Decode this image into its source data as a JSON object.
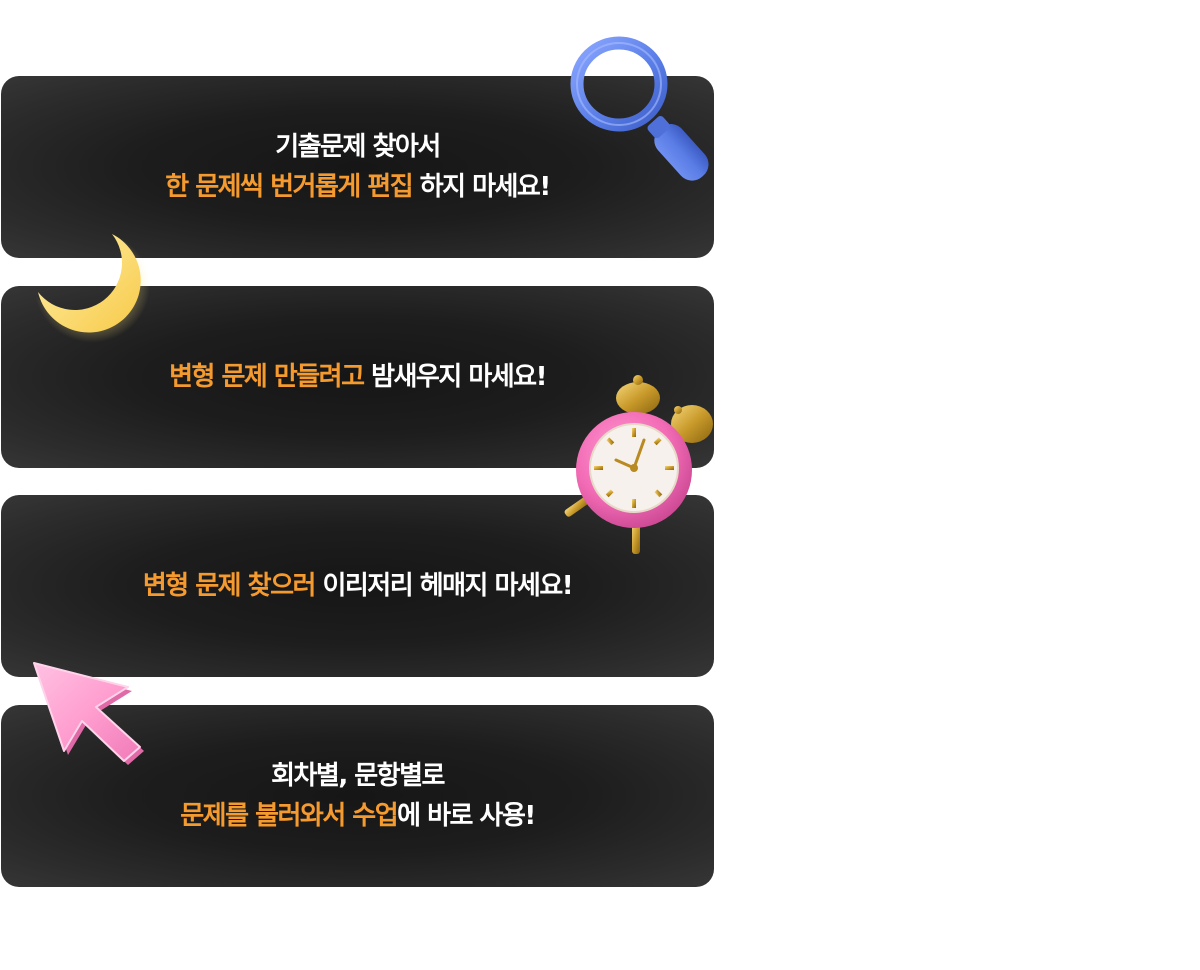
{
  "cards": [
    {
      "line1": {
        "text": "기출문제 찾아서"
      },
      "line2": {
        "highlight": "한 문제씩 번거롭게 편집",
        "rest": " 하지 마세요!"
      }
    },
    {
      "line1": {
        "highlight": "변형 문제 만들려고",
        "rest": " 밤새우지 마세요!"
      }
    },
    {
      "line1": {
        "highlight": "변형 문제 찾으러",
        "rest": " 이리저리 헤매지 마세요!"
      }
    },
    {
      "line1": {
        "text": "회차별, 문항별로"
      },
      "line2": {
        "highlight": "문제를 불러와서 수업",
        "rest": "에 바로 사용!"
      }
    }
  ],
  "icons": {
    "card1": "magnifying-glass-icon",
    "card2": "crescent-moon-icon",
    "card3": "alarm-clock-icon",
    "card4": "pointer-cursor-icon"
  },
  "colors": {
    "card_background": "#222222",
    "text": "#ffffff",
    "highlight": "#f59a2e",
    "magnifier": "#5b7fe8",
    "moon": "#ffd966",
    "clock_body": "#f26bb5",
    "clock_gold": "#c99a2b",
    "cursor": "#ff9fd0"
  }
}
